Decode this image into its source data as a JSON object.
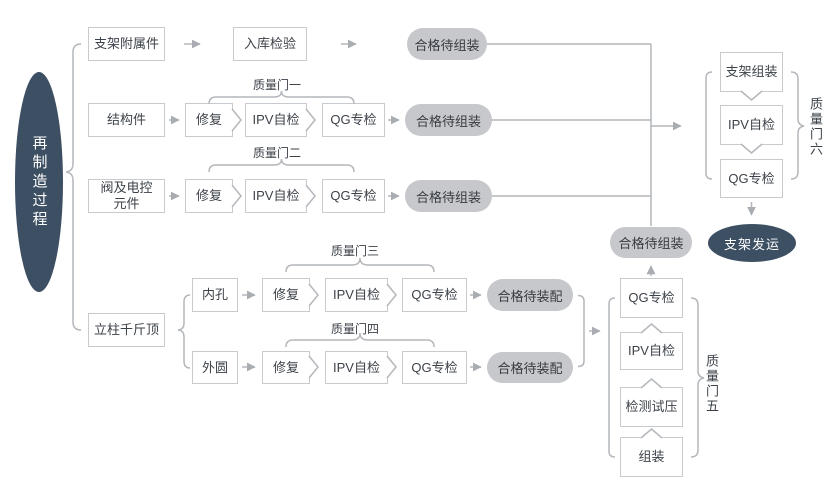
{
  "root": {
    "label": "再制造过程"
  },
  "inputs": {
    "accessories": "支架附属件",
    "structural": "结构件",
    "valve": "阀及电控\n元件",
    "jack": "立柱千斤顶",
    "inner": "内孔",
    "outer": "外圆"
  },
  "row1": {
    "inspect": "入库检验",
    "result": "合格待组装"
  },
  "row2": {
    "repair": "修复",
    "ipv": "IPV自检",
    "qg": "QG专检",
    "gate": "质量门一",
    "result": "合格待组装"
  },
  "row3": {
    "repair": "修复",
    "ipv": "IPV自检",
    "qg": "QG专检",
    "gate": "质量门二",
    "result": "合格待组装"
  },
  "row4": {
    "repair": "修复",
    "ipv": "IPV自检",
    "qg": "QG专检",
    "gate": "质量门三",
    "result": "合格待装配"
  },
  "row5": {
    "repair": "修复",
    "ipv": "IPV自检",
    "qg": "QG专检",
    "gate": "质量门四",
    "result": "合格待装配"
  },
  "jack_stack": {
    "gate": "质量门五",
    "steps": [
      "组装",
      "检测试压",
      "IPV自检",
      "QG专检"
    ],
    "result": "合格待组装"
  },
  "support_stack": {
    "gate": "质量门六",
    "steps": [
      "支架组装",
      "IPV自检",
      "QG专检"
    ]
  },
  "shipping": {
    "label": "支架发运"
  },
  "colors": {
    "dark_node": "#3d4f63",
    "pill_fill": "#c7c8cb",
    "connector": "#b4b7bb",
    "box_border": "#c8cacd",
    "text": "#3c4249"
  }
}
